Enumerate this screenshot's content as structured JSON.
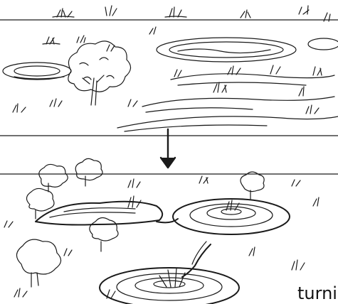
{
  "illustration": {
    "caption": "turni",
    "panels": [
      {
        "id": "before",
        "description_icon": "wetland-pools-icon"
      },
      {
        "id": "after",
        "description_icon": "dug-ponds-icon"
      }
    ],
    "transition_icon": "arrow-down-icon",
    "colors": {
      "ink": "#1a1a1a",
      "background": "#ffffff"
    }
  }
}
